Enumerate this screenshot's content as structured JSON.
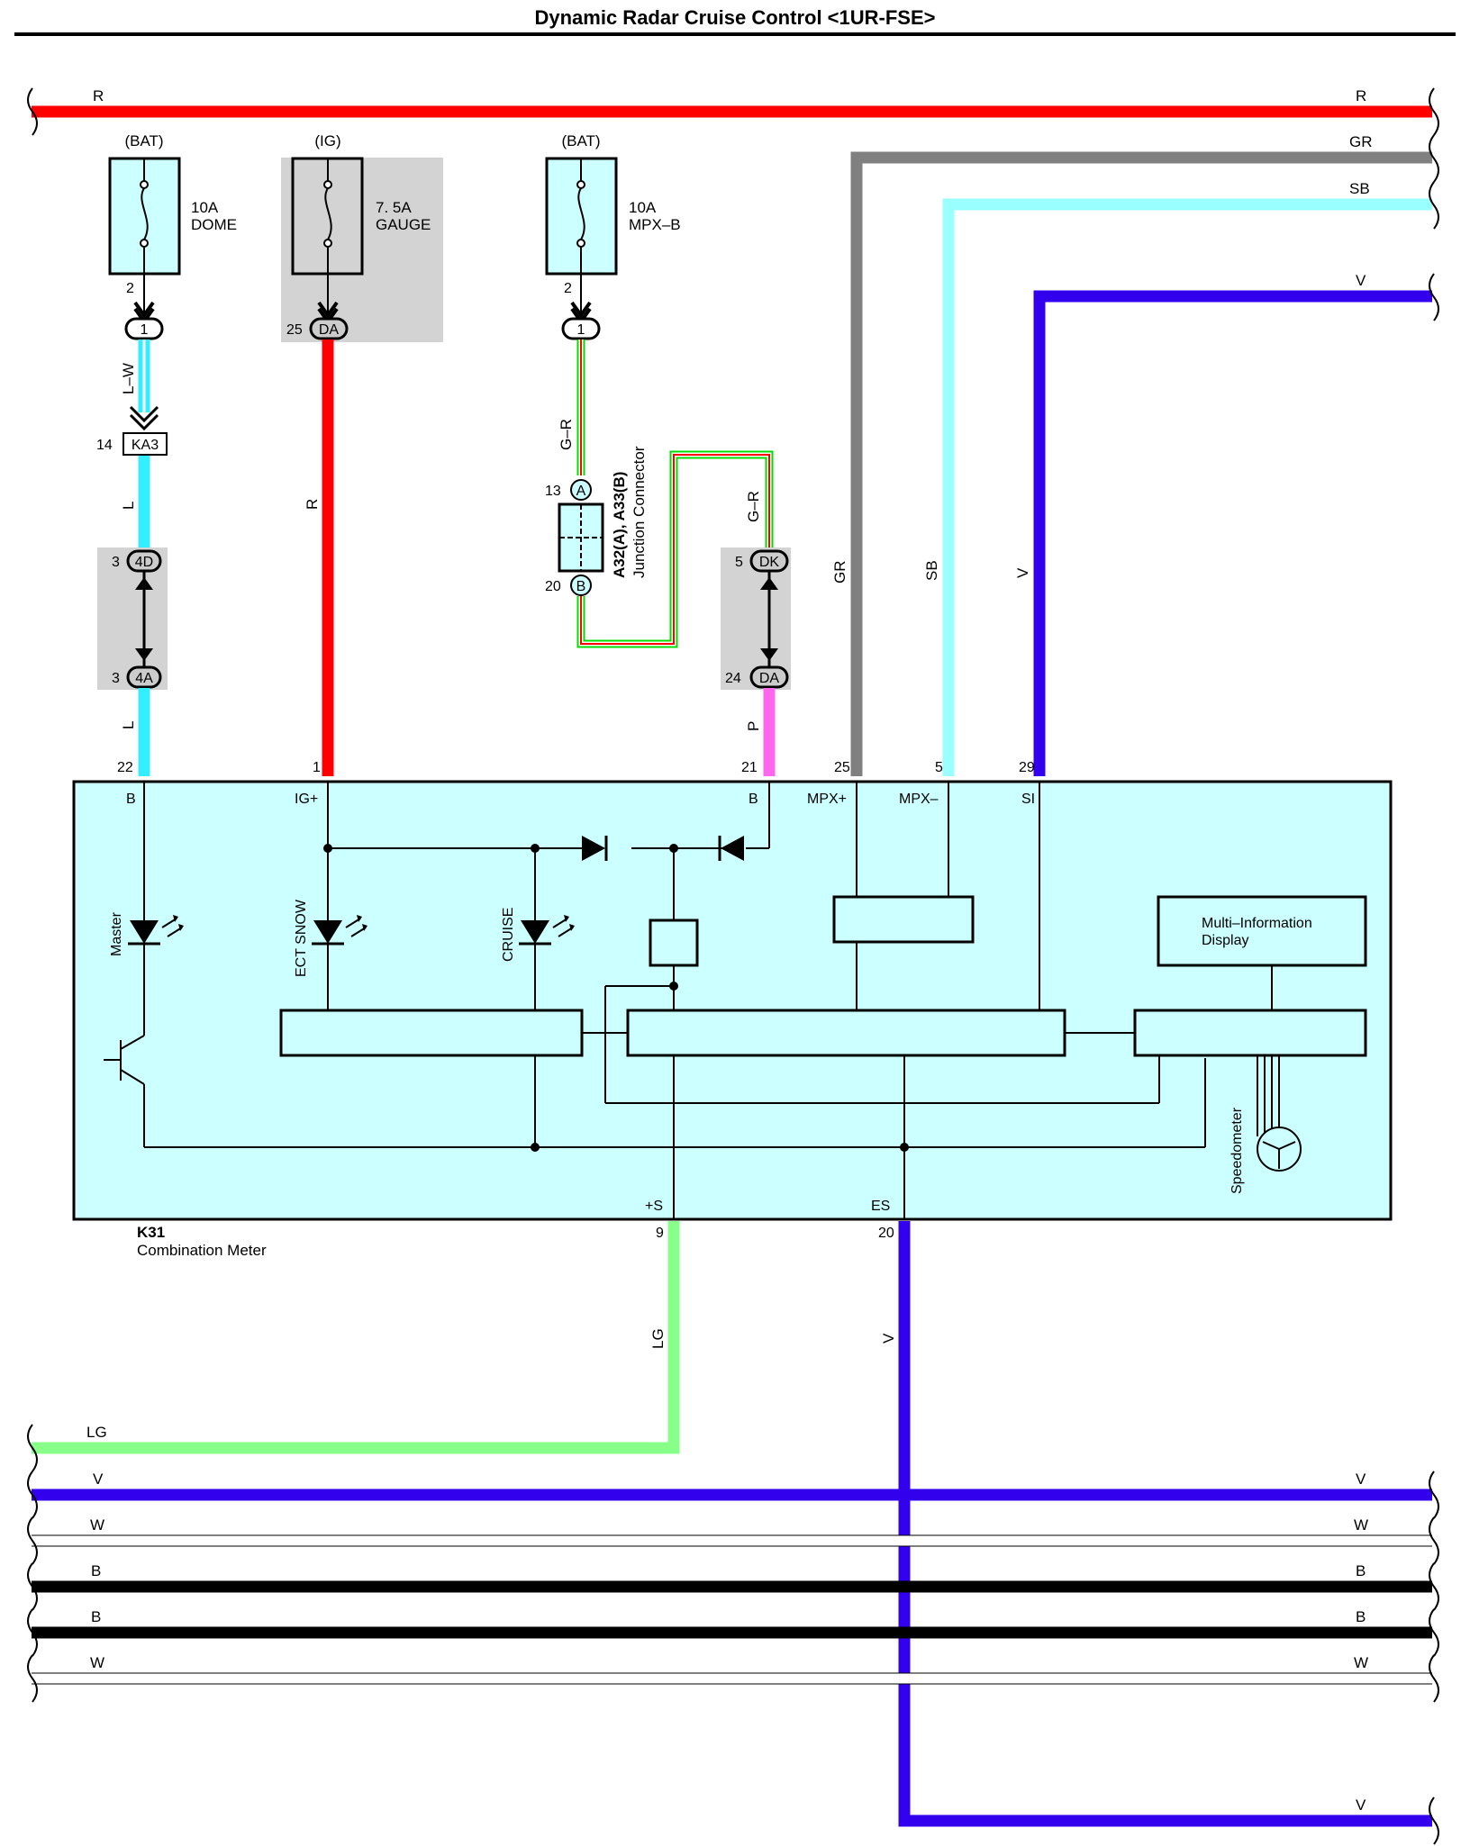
{
  "title": "Dynamic Radar Cruise Control <1UR-FSE>",
  "colors": {
    "R": "#ff0000",
    "GR": "#808080",
    "SB": "#99ffff",
    "V": "#3300ee",
    "L": "#33eeff",
    "P": "#ff66ee",
    "LG": "#88ff88",
    "G": "#00dd00",
    "B": "#000000",
    "meter_fill": "#ccffff",
    "fuse_fill": "#ccffff",
    "shade": "#d3d3d3"
  },
  "right_wires": {
    "R": "R",
    "GR": "GR",
    "SB": "SB",
    "V": "V"
  },
  "left_wire_top": "R",
  "bottom_wires": {
    "lg": "LG",
    "v": "V",
    "w1": "W",
    "b1": "B",
    "b2": "B",
    "w2": "W",
    "v_end": "V"
  },
  "fuses": {
    "dome": {
      "source": "(BAT)",
      "rating": "10A",
      "name": "DOME",
      "pin": "2",
      "conn": "1"
    },
    "gauge": {
      "source": "(IG)",
      "rating": "7. 5A",
      "name": "GAUGE",
      "pin": "25",
      "conn": "DA"
    },
    "mpxb": {
      "source": "(BAT)",
      "rating": "10A",
      "name": "MPX–B",
      "pin": "2",
      "conn": "1"
    }
  },
  "wire_labels": {
    "lw": "L–W",
    "l1": "L",
    "l2": "L",
    "r": "R",
    "gr_a": "G–R",
    "gr_b": "G–R",
    "p": "P",
    "gr": "GR",
    "sb": "SB",
    "v": "V",
    "lg": "LG",
    "v_low": "V"
  },
  "connectors": {
    "ka3": {
      "pin": "14",
      "name": "KA3"
    },
    "c4d": {
      "pin": "3",
      "name": "4D"
    },
    "c4a": {
      "pin": "3",
      "name": "4A"
    },
    "dk": {
      "pin": "5",
      "name": "DK"
    },
    "da24": {
      "pin": "24",
      "name": "DA"
    },
    "ja": {
      "pin": "13",
      "name": "A"
    },
    "jb": {
      "pin": "20",
      "name": "B"
    }
  },
  "junction": {
    "id": "A32(A), A33(B)",
    "name": "Junction Connector"
  },
  "meter": {
    "id": "K31",
    "name": "Combination Meter",
    "pins_top": [
      {
        "num": "22",
        "name": "B"
      },
      {
        "num": "1",
        "name": "IG+"
      },
      {
        "num": "21",
        "name": "B"
      },
      {
        "num": "25",
        "name": "MPX+"
      },
      {
        "num": "5",
        "name": "MPX–"
      },
      {
        "num": "29",
        "name": "SI"
      }
    ],
    "pins_bottom": [
      {
        "num": "9",
        "name": "+S"
      },
      {
        "num": "20",
        "name": "ES"
      }
    ],
    "leds": {
      "master": "Master",
      "ect": "ECT SNOW",
      "cruise": "CRUISE"
    },
    "mid": {
      "line1": "Multi–Information",
      "line2": "Display"
    },
    "speedometer": "Speedometer"
  }
}
